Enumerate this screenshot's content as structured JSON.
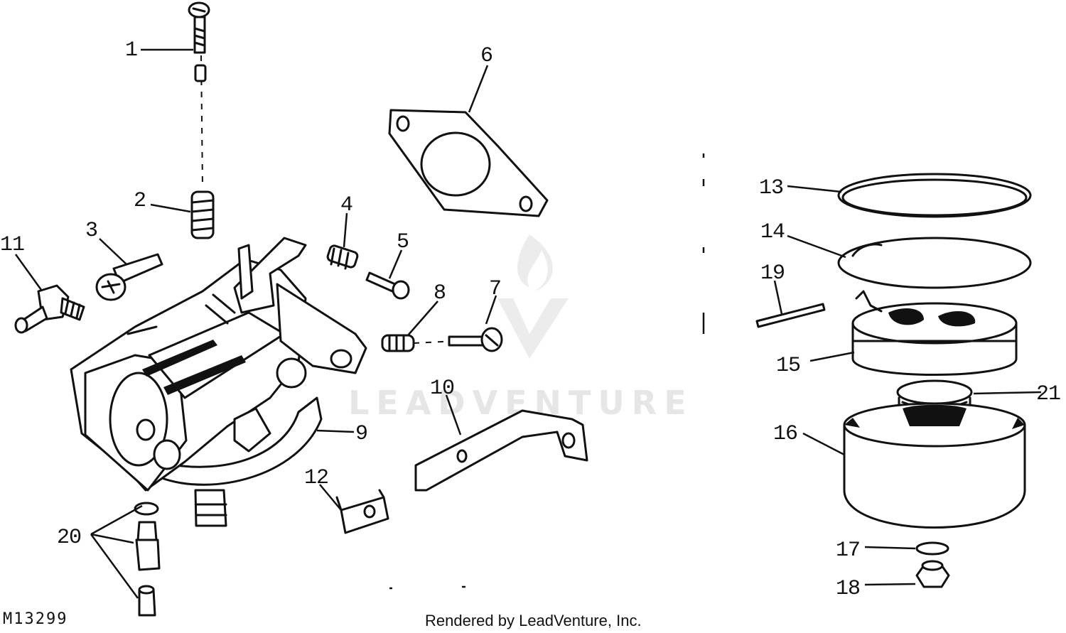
{
  "diagram": {
    "part_labels": [
      "1",
      "2",
      "3",
      "4",
      "5",
      "6",
      "7",
      "8",
      "9",
      "10",
      "11",
      "12",
      "13",
      "14",
      "15",
      "16",
      "17",
      "18",
      "19",
      "20",
      "21"
    ],
    "drawing_number": "M13299",
    "footer": "Rendered by LeadVenture, Inc.",
    "watermark": "LEADVENTURE",
    "colors": {
      "ink": "#111111",
      "background": "#ffffff",
      "watermark": "#e6e6e6"
    }
  }
}
